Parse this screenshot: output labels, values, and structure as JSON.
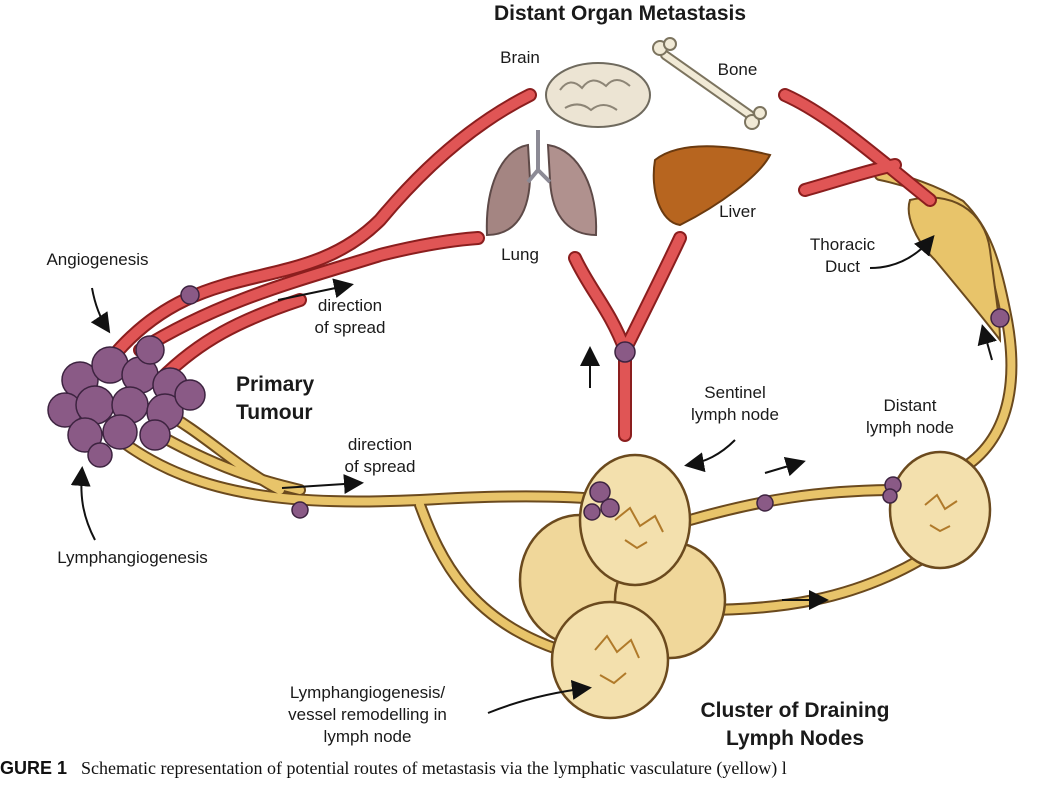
{
  "title": "Distant Organ Metastasis",
  "organs": {
    "brain": "Brain",
    "bone": "Bone",
    "lung": "Lung",
    "liver": "Liver"
  },
  "labels": {
    "angiogenesis": "Angiogenesis",
    "lymphangiogenesis": "Lymphangiogenesis",
    "primary_tumour": [
      "Primary",
      "Tumour"
    ],
    "direction_upper": [
      "direction",
      "of spread"
    ],
    "direction_lower": [
      "direction",
      "of spread"
    ],
    "thoracic_duct": [
      "Thoracic",
      "Duct"
    ],
    "sentinel": [
      "Sentinel",
      "lymph node"
    ],
    "distant_node": [
      "Distant",
      "lymph node"
    ],
    "remodelling": [
      "Lymphangiogenesis/",
      "vessel remodelling in",
      "lymph node"
    ],
    "cluster": [
      "Cluster of Draining",
      "Lymph Nodes"
    ]
  },
  "caption": {
    "prefix": "GURE 1",
    "text": "Schematic representation of potential routes of metastasis via the lymphatic vasculature (yellow) l"
  },
  "colors": {
    "blood_vessel": "#d9534f",
    "lymph_vessel": "#e8c46a",
    "lymph_node": "#f0d79a",
    "tumour": "#8a5a86",
    "liver": "#b7651f",
    "outline": "#6b4a1e"
  }
}
